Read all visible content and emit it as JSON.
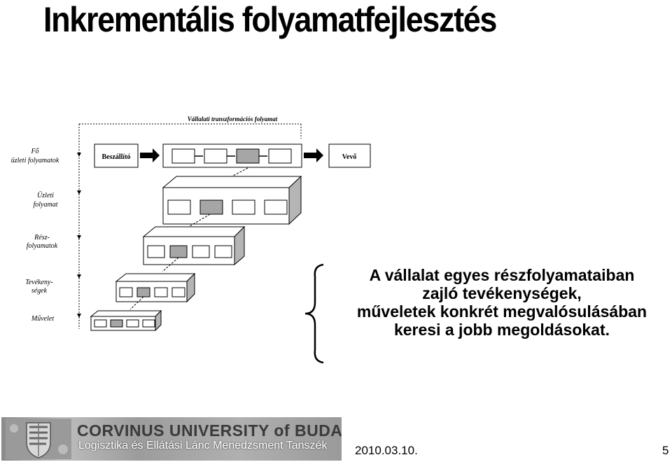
{
  "slide": {
    "title": "Inkrementális folyamatfejlesztés",
    "date": "2010.03.10.",
    "page_number": "5"
  },
  "diagram": {
    "top_label": "Vállalati transzformációs folyamat",
    "levels": [
      "Fő üzleti folyamatok",
      "Üzleti folyamat",
      "Rész- folyamatok",
      "Tevékeny- ségek",
      "Művelet"
    ],
    "supplier": "Beszállító",
    "customer": "Vevő"
  },
  "main_text": {
    "lines": [
      "A vállalat egyes részfolyamataiban",
      "zajló tevékenységek,",
      "műveletek konkrét megvalósulásában",
      "keresi a jobb megoldásokat."
    ]
  },
  "footer": {
    "university": "CORVINUS UNIVERSITY of BUDAPEST",
    "department": "Logisztika és Ellátási Lánc Menedzsment Tanszék"
  },
  "colors": {
    "highlight_box": "#a6a6a6",
    "footer_banner": "#a8a8a8"
  }
}
